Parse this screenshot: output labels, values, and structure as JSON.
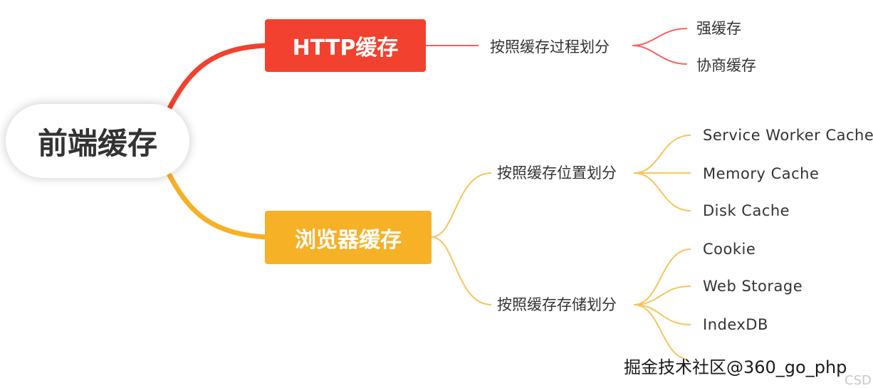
{
  "root": {
    "label": "前端缓存"
  },
  "branches": {
    "http": {
      "label": "HTTP缓存",
      "color": "#f2412f",
      "line_color": "#f4645a",
      "sub": {
        "label": "按照缓存过程划分",
        "leaves": [
          "强缓存",
          "协商缓存"
        ]
      }
    },
    "browser": {
      "label": "浏览器缓存",
      "color": "#f6b127",
      "line_color": "#f8c45c",
      "subs": [
        {
          "label": "按照缓存位置划分",
          "leaves": [
            "Service Worker Cache",
            "Memory Cache",
            "Disk Cache"
          ]
        },
        {
          "label": "按照缓存存储划分",
          "leaves": [
            "Cookie",
            "Web Storage",
            "IndexDB"
          ]
        }
      ]
    }
  },
  "watermark": "掘金技术社区@360_go_php",
  "corner_text": "CSD"
}
